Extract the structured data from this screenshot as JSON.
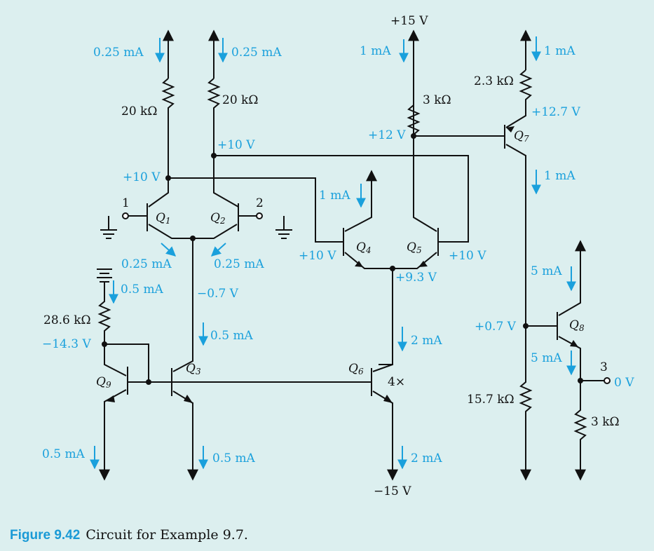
{
  "colors": {
    "line": "#111111",
    "annotation": "#1aa0dc",
    "background": "#dcefef",
    "caption_label": "#1a9ad6"
  },
  "caption": {
    "label": "Figure 9.42",
    "text": "Circuit for Example 9.7."
  },
  "transistors": {
    "q1": "Q",
    "q1s": "1",
    "q2": "Q",
    "q2s": "2",
    "q3": "Q",
    "q3s": "3",
    "q4": "Q",
    "q4s": "4",
    "q5": "Q",
    "q5s": "5",
    "q6": "Q",
    "q6s": "6",
    "q7": "Q",
    "q7s": "7",
    "q8": "Q",
    "q8s": "8",
    "q9": "Q",
    "q9s": "9",
    "q6_ratio": "4×"
  },
  "terminals": {
    "t1": "1",
    "t2": "2",
    "t3": "3"
  },
  "supplies": {
    "pos": "+15 V",
    "neg": "−15 V"
  },
  "resistors": {
    "r1": "20 kΩ",
    "r2": "20 kΩ",
    "r5": "3 kΩ",
    "r7": "2.3 kΩ",
    "r9": "28.6 kΩ",
    "r8": "15.7 kΩ",
    "rl": "3 kΩ"
  },
  "voltages": {
    "v1": "+10 V",
    "v2": "+10 V",
    "v4b": "+10 V",
    "v5b": "+10 V",
    "ve45": "+9.3 V",
    "vc5": "+12 V",
    "ve7": "+12.7 V",
    "vb8": "+0.7 V",
    "vout": "0 V",
    "ve12": "−0.7 V",
    "v9": "−14.3 V"
  },
  "currents": {
    "i1": "0.25 mA",
    "i2": "0.25 mA",
    "ie1": "0.25 mA",
    "ie2": "0.25 mA",
    "i4": "1 mA",
    "i5": "1 mA",
    "i7": "1 mA",
    "i7b": "1 mA",
    "i9top": "0.5 mA",
    "i3c": "0.5 mA",
    "i6c": "2 mA",
    "i6e": "2 mA",
    "i9e": "0.5 mA",
    "i3e": "0.5 mA",
    "i8c": "5 mA",
    "i8e": "5 mA"
  }
}
